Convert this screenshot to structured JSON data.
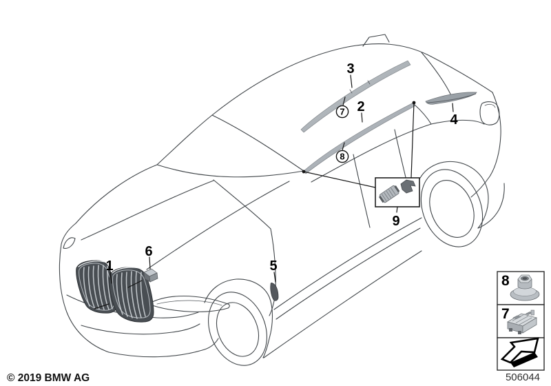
{
  "footer": {
    "copyright": "© 2019 BMW AG",
    "sheet_number": "506044"
  },
  "callouts": {
    "c1": "1",
    "c2": "2",
    "c3": "3",
    "c4": "4",
    "c5": "5",
    "c6": "6",
    "c7_circled": "7",
    "c8_circled": "8",
    "c9": "9"
  },
  "legend": {
    "nut_label": "8",
    "clip_label": "7",
    "icons": [
      "flange-nut-icon",
      "mounting-clip-icon",
      "direction-of-travel-arrow-icon"
    ]
  },
  "colors": {
    "background": "#ffffff",
    "line_art": "#3f4448",
    "callout_text": "#000000",
    "trim_light": "#c9ced2",
    "trim_mid": "#9aa0a6",
    "trim_dark": "#53575c",
    "grille_dark": "#494e53"
  }
}
